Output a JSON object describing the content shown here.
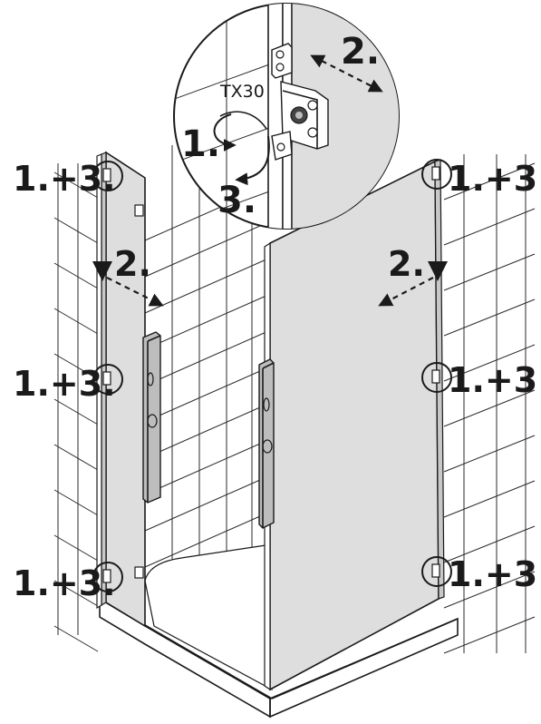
{
  "figure": {
    "tool_label": "TX30",
    "step_labels": {
      "detail_1": "1.",
      "detail_2": "2.",
      "detail_3": "3.",
      "left_top": "1.+3.",
      "left_mid": "1.+3.",
      "left_bot": "1.+3.",
      "right_top": "1.+3.",
      "right_mid": "1.+3.",
      "right_bot": "1.+3.",
      "left_step2": "2.",
      "right_step2": "2."
    },
    "colors": {
      "line": "#1a1a1a",
      "glass": "#dedede",
      "glass_dark": "#c8c8c8",
      "handle": "#bdbdbd",
      "background": "#ffffff"
    }
  }
}
